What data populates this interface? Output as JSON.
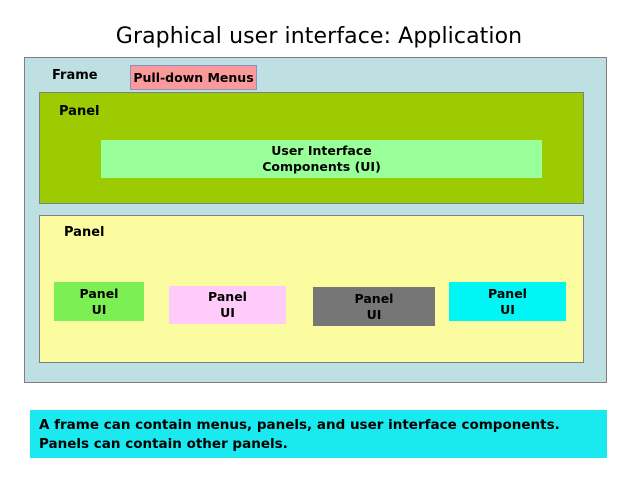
{
  "slide": {
    "title": "Graphical user interface: Application"
  },
  "frame": {
    "label": "Frame",
    "fill": "#bfe0e3",
    "border": "#7f7f7f"
  },
  "menus": {
    "label": "Pull-down Menus",
    "fill": "#fa9a9a",
    "border": "#8f8fc0"
  },
  "green_panel": {
    "label": "Panel",
    "fill": "#9ccb02",
    "ui_components": {
      "line1": "User Interface",
      "line2": "Components (UI)",
      "fill": "#99ff99"
    }
  },
  "yellow_panel": {
    "label": "Panel",
    "fill": "#fbfba0",
    "subpanels": [
      {
        "line1": "Panel",
        "line2": "UI",
        "fill": "#7cf053"
      },
      {
        "line1": "Panel",
        "line2": "UI",
        "fill": "#ffccf9"
      },
      {
        "line1": "Panel",
        "line2": "UI",
        "fill": "#767676"
      },
      {
        "line1": "Panel",
        "line2": "UI",
        "fill": "#00f5f5"
      }
    ]
  },
  "caption": {
    "line1": "A frame can contain menus, panels, and user interface components.",
    "line2": "Panels can contain other panels.",
    "fill": "#1ae9ef"
  }
}
